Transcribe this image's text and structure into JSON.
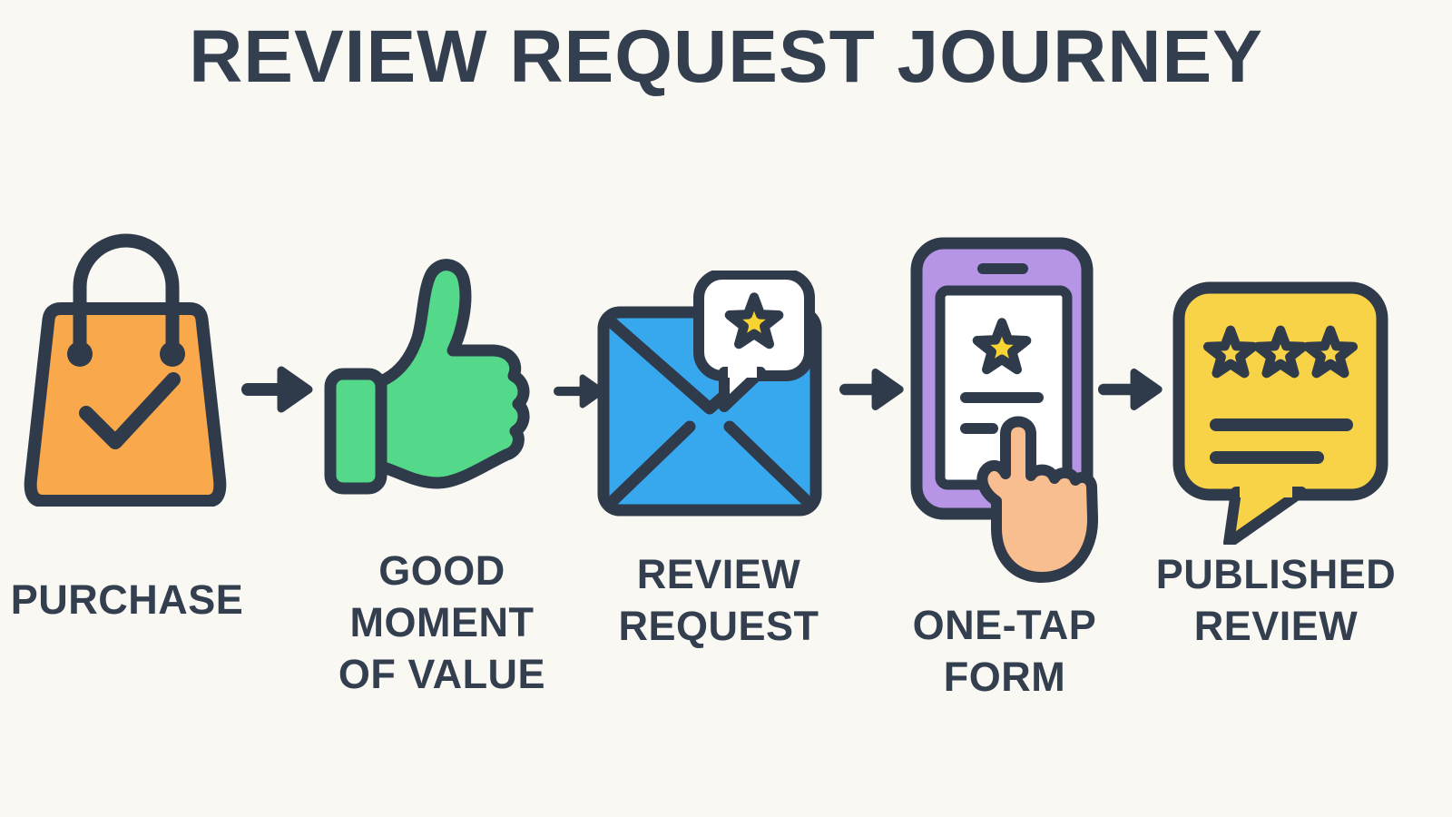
{
  "title": "REVIEW REQUEST JOURNEY",
  "steps": [
    {
      "id": "purchase",
      "label": "PURCHASE",
      "icon": "shopping-bag-check-icon"
    },
    {
      "id": "good-moment",
      "label": "GOOD MOMENT OF VALUE",
      "icon": "thumbs-up-icon"
    },
    {
      "id": "review-request",
      "label": "REVIEW REQUEST",
      "icon": "envelope-star-message-icon"
    },
    {
      "id": "one-tap-form",
      "label": "ONE-TAP FORM",
      "icon": "phone-one-tap-star-icon"
    },
    {
      "id": "published-review",
      "label": "PUBLISHED REVIEW",
      "icon": "review-speech-bubble-stars-icon"
    }
  ],
  "connector": {
    "icon": "arrow-right-icon",
    "count": 4
  },
  "colors": {
    "background": "#FAF8F2",
    "outline": "#2F3A4A",
    "text": "#333E4F",
    "bag_orange": "#F9A84C",
    "thumb_green": "#54D98B",
    "envelope_blue": "#38A8EE",
    "phone_purple": "#B795E6",
    "star_yellow": "#F7D431",
    "bubble_yellow": "#F8D347",
    "hand_skin": "#F9BE8F",
    "surface_white": "#FFFFFF"
  }
}
